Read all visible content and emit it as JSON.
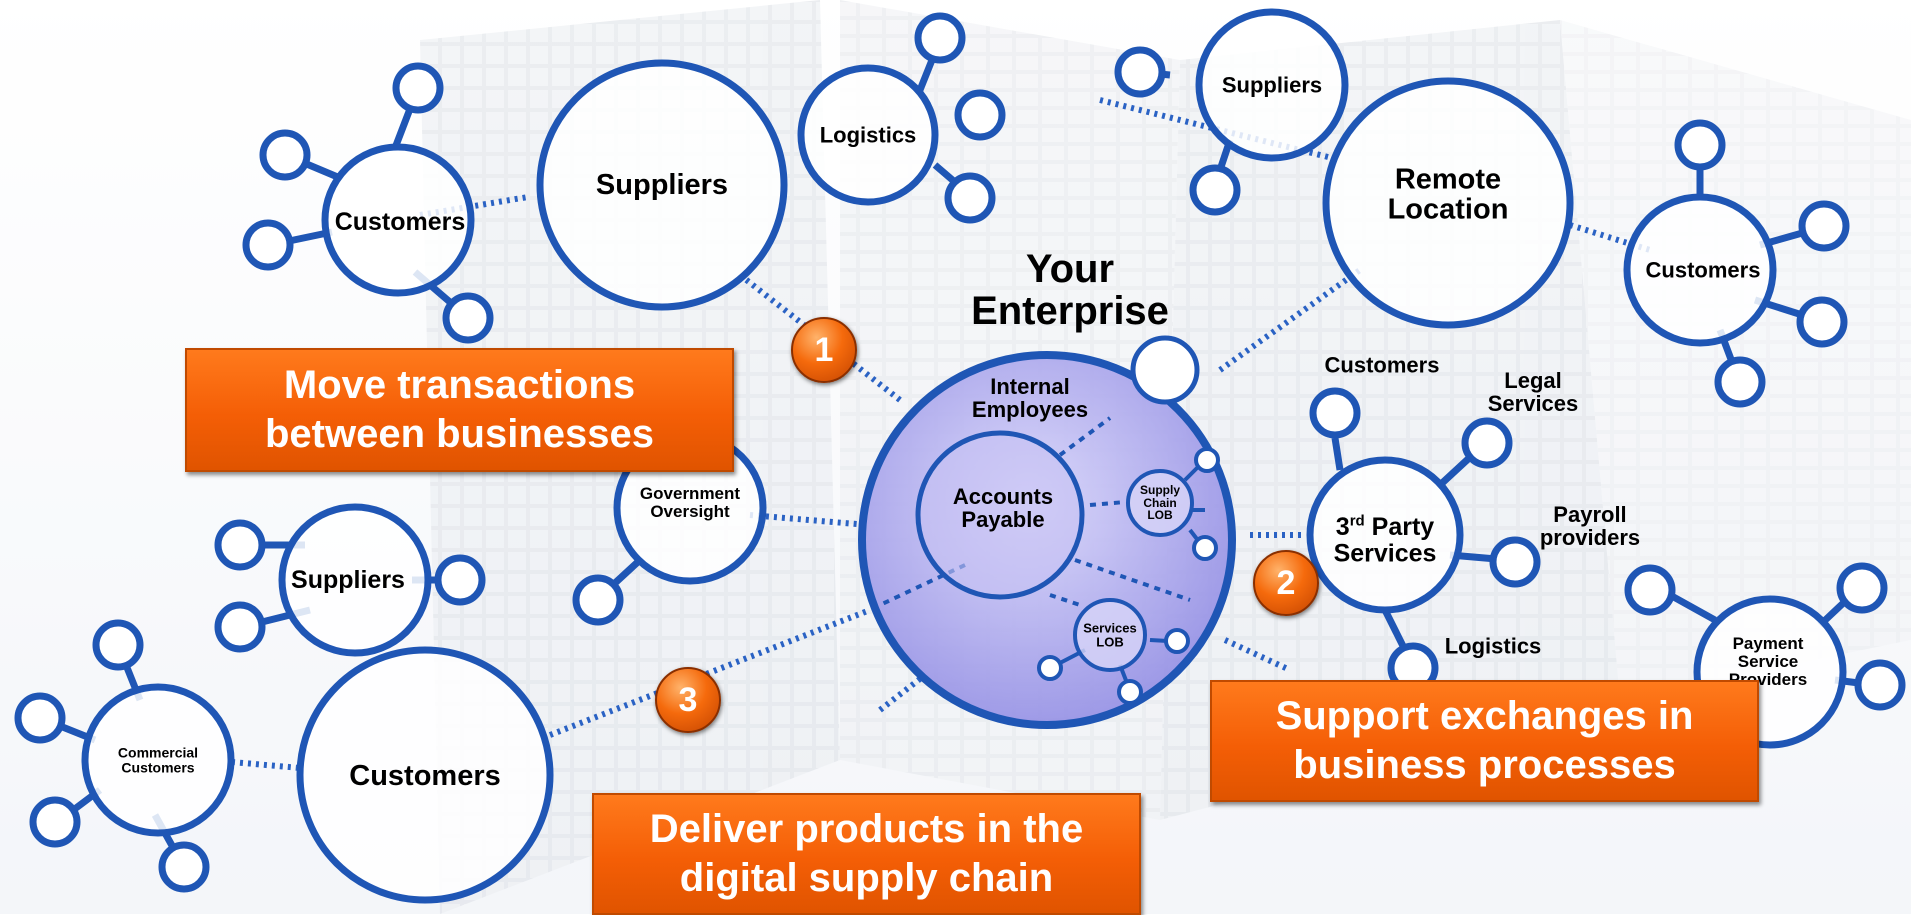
{
  "colors": {
    "node_stroke": "#1f56b5",
    "dotted_link": "#2a62c4",
    "callout_fill": "#f45e06",
    "enterprise_fill": "#a9a6ee",
    "badge_fill": "#f56a0c"
  },
  "enterprise": {
    "title": "Your\nEnterprise",
    "internal_employees": "Internal\nEmployees",
    "accounts_payable": "Accounts\nPayable",
    "supply_chain_lob": "Supply\nChain\nLOB",
    "services_lob": "Services\nLOB"
  },
  "nodes": {
    "customers_top_left": "Customers",
    "suppliers_top_left": "Suppliers",
    "logistics_top": "Logistics",
    "suppliers_top_right": "Suppliers",
    "remote_location": "Remote\nLocation",
    "customers_far_right": "Customers",
    "government_oversight": "Government\nOversight",
    "suppliers_bottom_left": "Suppliers",
    "commercial_customers": "Commercial\nCustomers",
    "customers_bottom": "Customers",
    "third_party_main": "3",
    "third_party_sup": "rd",
    "third_party_rest": " Party\nServices",
    "payment_service_providers": "Payment\nService\nProviders"
  },
  "third_party_satellites": {
    "customers": "Customers",
    "legal_services": "Legal\nServices",
    "payroll_providers": "Payroll\nproviders",
    "logistics": "Logistics"
  },
  "callouts": {
    "move_transactions": "Move transactions\nbetween businesses",
    "support_exchanges": "Support exchanges in\nbusiness processes",
    "deliver_products": "Deliver products in the\ndigital supply chain"
  },
  "badges": {
    "one": "1",
    "two": "2",
    "three": "3"
  }
}
